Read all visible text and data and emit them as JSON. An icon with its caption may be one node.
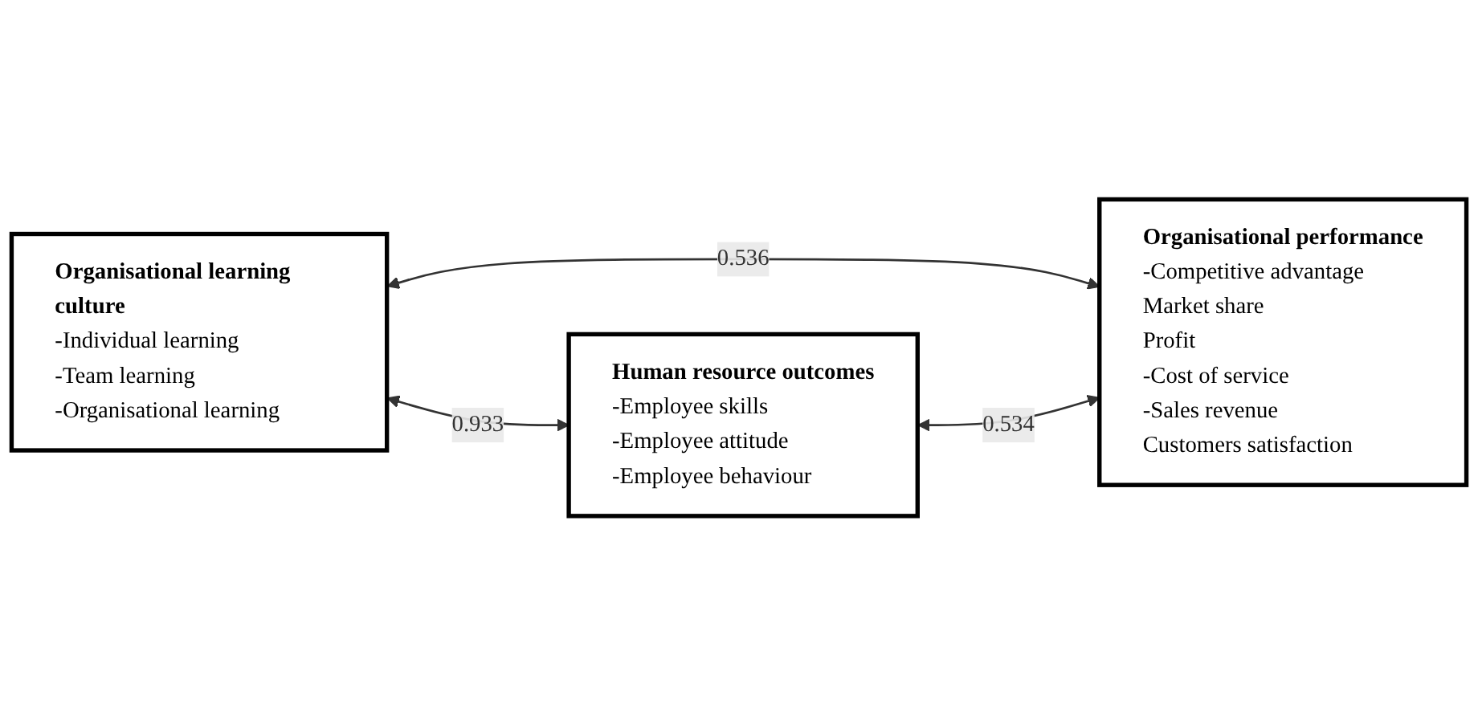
{
  "diagram": {
    "nodes": [
      {
        "text": [
          "Organisational learning culture",
          "-Individual learning",
          "-Team learning",
          "-Organisational learning"
        ]
      },
      {
        "text": [
          "Organisational performance",
          "-Competitive advantage",
          "Market share",
          "Profit",
          "-Cost of service",
          "-Sales revenue",
          "Customers satisfaction"
        ]
      },
      {
        "text": [
          "Human resource outcomes",
          "-Employee skills",
          "-Employee attitude",
          "-Employee behaviour"
        ]
      }
    ],
    "edges": [
      {
        "from": 0,
        "to": 1,
        "arrow": "both",
        "label": "0.536"
      },
      {
        "from": 0,
        "to": 2,
        "arrow": "both",
        "label": "0.933"
      },
      {
        "from": 2,
        "to": 1,
        "arrow": "both",
        "label": "0.534"
      }
    ]
  }
}
